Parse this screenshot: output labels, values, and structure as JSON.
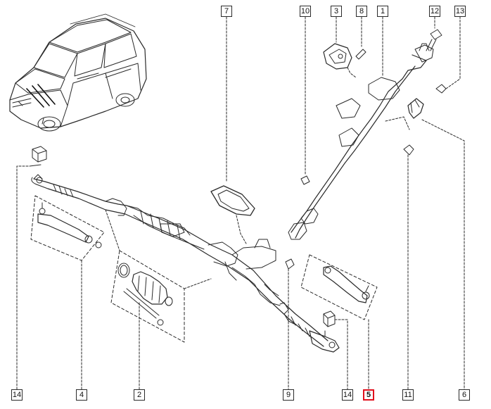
{
  "diagram": {
    "callouts": {
      "c1": "1",
      "c2": "2",
      "c3": "3",
      "c4": "4",
      "c5": "5",
      "c6": "6",
      "c7": "7",
      "c8": "8",
      "c9": "9",
      "c10": "10",
      "c11": "11",
      "c12": "12",
      "c13": "13",
      "c14a": "14",
      "c14b": "14"
    },
    "highlight_color": "#e1101d",
    "line_color": "#2a2a2a"
  }
}
